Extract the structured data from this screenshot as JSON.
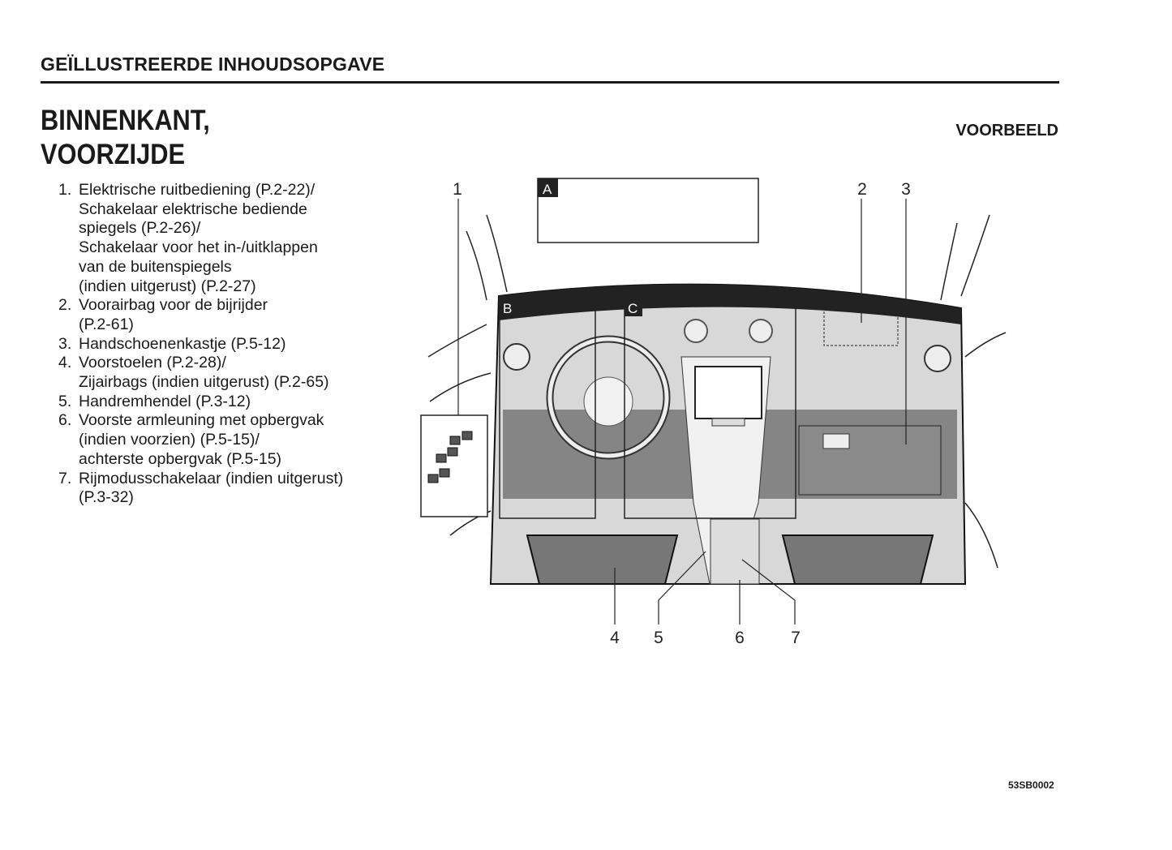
{
  "header": {
    "section": "GEÏLLUSTREERDE INHOUDSOPGAVE"
  },
  "title": {
    "line1": "BINNENKANT,",
    "line2": "VOORZIJDE"
  },
  "example_label": "VOORBEELD",
  "items": [
    {
      "num": "1.",
      "lines": [
        "Elektrische ruitbediening (P.2-22)/",
        "Schakelaar elektrische bediende",
        "spiegels (P.2-26)/",
        "Schakelaar voor het in-/uitklappen",
        "van de buitenspiegels",
        "(indien uitgerust) (P.2-27)"
      ]
    },
    {
      "num": "2.",
      "lines": [
        "Voorairbag voor de bijrijder",
        "(P.2-61)"
      ]
    },
    {
      "num": "3.",
      "lines": [
        "Handschoenenkastje (P.5-12)"
      ]
    },
    {
      "num": "4.",
      "lines": [
        "Voorstoelen (P.2-28)/",
        "Zijairbags (indien uitgerust) (P.2-65)"
      ]
    },
    {
      "num": "5.",
      "lines": [
        "Handremhendel (P.3-12)"
      ]
    },
    {
      "num": "6.",
      "lines": [
        "Voorste armleuning met opbergvak",
        "(indien voorzien) (P.5-15)/",
        "achterste opbergvak (P.5-15)"
      ]
    },
    {
      "num": "7.",
      "lines": [
        "Rijmodusschakelaar (indien uitgerust)",
        "(P.3-32)"
      ]
    }
  ],
  "diagram": {
    "callouts": [
      "1",
      "2",
      "3",
      "4",
      "5",
      "6",
      "7"
    ],
    "boxes": [
      "A",
      "B",
      "C"
    ]
  },
  "figure_code": "53SB0002"
}
